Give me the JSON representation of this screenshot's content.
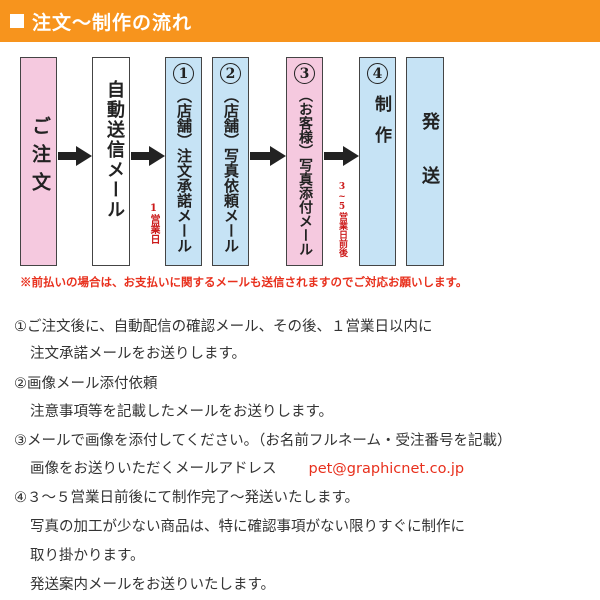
{
  "header": {
    "title": "注文～制作の流れ"
  },
  "flow": {
    "order_box": {
      "label": "ご注文",
      "color": "#f5c9df"
    },
    "auto_mail_box": {
      "label": "自動送信メール",
      "color": "#ffffff"
    },
    "step1_box": {
      "num": "1",
      "label": "（店舗）注文承諾メール",
      "color": "#c6e3f5"
    },
    "step1_timing": "1営業日",
    "step2_box": {
      "num": "2",
      "label": "（店舗）写真依頼メール",
      "color": "#c6e3f5"
    },
    "step3_box": {
      "num": "3",
      "label": "（お客様）写真添付メール",
      "color": "#f5c9df"
    },
    "step3_timing": "3~5営業日前後",
    "step4_box": {
      "num": "4",
      "label": "制作",
      "color": "#c6e3f5"
    },
    "ship_box": {
      "label": "発送",
      "color": "#c6e3f5"
    }
  },
  "note": "※前払いの場合は、お支払いに関するメールも送信されますのでご対応お願いします。",
  "instructions": [
    "①ご注文後に、自動配信の確認メール、その後、１営業日以内に",
    "注文承諾メールをお送りします。",
    "②画像メール添付依頼",
    "注意事項等を記載したメールをお送りします。",
    "③メールで画像を添付してください。（お名前フルネーム・受注番号を記載）",
    "画像をお送りいただくメールアドレス",
    "④３～５営業日前後にて制作完了～発送いたします。",
    "写真の加工が少ない商品は、特に確認事項がない限りすぐに制作に",
    "取り掛かります。",
    "発送案内メールをお送りいたします。"
  ],
  "email": "pet@graphicnet.co.jp",
  "colors": {
    "accent": "#f7941d",
    "note_red": "#e8301d",
    "pink": "#f5c9df",
    "blue": "#c6e3f5"
  }
}
